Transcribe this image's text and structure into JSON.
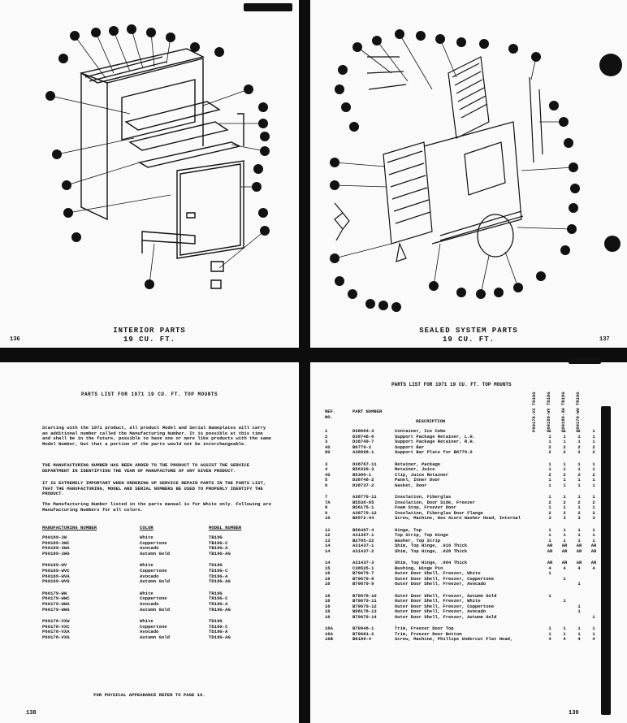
{
  "top_left": {
    "caption_line1": "INTERIOR PARTS",
    "caption_line2": "19 CU. FT.",
    "page_number": "136"
  },
  "top_right": {
    "caption_line1": "SEALED SYSTEM PARTS",
    "caption_line2": "19 CU. FT.",
    "page_number": "137"
  },
  "bottom_left": {
    "title": "PARTS LIST FOR 1971 19 CU. FT. TOP MOUNTS",
    "para1": "Starting with the 1971 product, all product Model and Serial Nameplates will carry an additional number called the Manufacturing Number. It is possible at this time and shall be in the future, possible to have one or more like products with the same Model Number, but that a portion of the parts would not be interchangeable.",
    "para2": "THE MANUFACTURING NUMBER HAS BEEN ADDED TO THE PRODUCT TO ASSIST THE SERVICE DEPARTMENT IN IDENTIFYING THE YEAR OF MANUFACTURE OF ANY GIVEN PRODUCT.",
    "para3": "IT IS EXTREMELY IMPORTANT WHEN ORDERING UP SERVICE REPAIR PARTS IN THE PARTS LIST, THAT THE MANUFACTURING, MODEL AND SERIAL NUMBERS BE USED TO PROPERLY IDENTIFY THE PRODUCT.",
    "para4": "The Manufacturing Number listed in the parts manual is for White only. Following are Manufacturing Numbers for all colors.",
    "headers": [
      "MANUFACTURING NUMBER",
      "COLOR",
      "MODEL NUMBER"
    ],
    "groups": [
      [
        [
          "P60189-3W",
          "White",
          "TB19G"
        ],
        [
          "P60189-3WC",
          "Coppertone",
          "TB19G-C"
        ],
        [
          "P60189-3WA",
          "Avocado",
          "TB19G-A"
        ],
        [
          "P60189-3WG",
          "Autumn Gold",
          "TB19G-AG"
        ]
      ],
      [
        [
          "P60169-WV",
          "White",
          "TD19G"
        ],
        [
          "P60169-WVC",
          "Coppertone",
          "TD19G-C"
        ],
        [
          "P60169-WVA",
          "Avocado",
          "TD19G-A"
        ],
        [
          "P60169-WVG",
          "Autumn Gold",
          "TD19G-AG"
        ]
      ],
      [
        [
          "P60179-WW",
          "White",
          "TR19G"
        ],
        [
          "P60179-WWC",
          "Coppertone",
          "TR19G-C"
        ],
        [
          "P60179-WWA",
          "Avocado",
          "TR19G-A"
        ],
        [
          "P60179-WWG",
          "Autumn Gold",
          "TR19G-AG"
        ]
      ],
      [
        [
          "P60178-VXW",
          "White",
          "TD19G"
        ],
        [
          "P60178-VXC",
          "Coppertone",
          "TD19G-C"
        ],
        [
          "P60178-VXA",
          "Avocado",
          "TD19G-A"
        ],
        [
          "P60178-VXG",
          "Autumn Gold",
          "TD19G-AG"
        ]
      ]
    ],
    "footer": "FOR PHYSICAL APPEARANCE REFER TO PAGE 10.",
    "page_number": "138"
  },
  "bottom_right": {
    "title": "PARTS LIST FOR 1971 19 CU. FT. TOP MOUNTS",
    "model_headers": [
      "P60178-VX TD19G",
      "P60169-WV TD19G",
      "P60189-3W TB19G",
      "P60179-WW TR19G"
    ],
    "col_ref": "REF. NO.",
    "col_part": "PART NUMBER",
    "col_desc": "DESCRIPTION",
    "page_number": "139",
    "groups": [
      [
        [
          "1",
          "D38684-3",
          "Container, Ice Cube",
          "1",
          "1",
          "1",
          "1"
        ],
        [
          "2",
          "D38748-8",
          "Support Package Retainer, L.H.",
          "1",
          "1",
          "1",
          "1"
        ],
        [
          "3",
          "D38749-7",
          "Support Package Retainer, R.H.",
          "1",
          "1",
          "1",
          "1"
        ],
        [
          "4S",
          "B6779-2",
          "Support Bar",
          "2",
          "2",
          "2",
          "2"
        ],
        [
          "8S",
          "A38698-1",
          "Support Bar Plate for B6779-2",
          "2",
          "2",
          "2",
          "2"
        ]
      ],
      [
        [
          "3",
          "D38767-11",
          "Retainer, Package",
          "1",
          "1",
          "1",
          "1"
        ],
        [
          "4",
          "B56320-3",
          "Retainer, Juice",
          "1",
          "1",
          "1",
          "1"
        ],
        [
          "4S",
          "B5300-1",
          "Clip, Juice Retainer",
          "2",
          "2",
          "2",
          "2"
        ],
        [
          "5",
          "D38748-2",
          "Panel, Inner Door",
          "1",
          "1",
          "1",
          "1"
        ],
        [
          "6",
          "D38737-2",
          "Gasket, Door",
          "1",
          "1",
          "1",
          "1"
        ]
      ],
      [
        [
          "7",
          "A38770-11",
          "Insulation, Fiberglas",
          "1",
          "1",
          "1",
          "1"
        ],
        [
          "7A",
          "B5538-65",
          "Insulation, Door Side, Freezer",
          "2",
          "2",
          "2",
          "2"
        ],
        [
          "8",
          "B56175-1",
          "Foam Stop, Freezer Door",
          "1",
          "1",
          "1",
          "1"
        ],
        [
          "9",
          "A38770-12",
          "Insulation, Fiberglas Door Flange",
          "2",
          "2",
          "2",
          "2"
        ],
        [
          "10",
          "B8572-44",
          "Screw, Machine, Hex Acorn Washer Head, Internal",
          "3",
          "3",
          "3",
          "3"
        ]
      ],
      [
        [
          "11",
          "B56487-4",
          "Hinge, Top",
          "1",
          "1",
          "1",
          "1"
        ],
        [
          "12",
          "A31367-1",
          "Top Strip, Top Hinge",
          "1",
          "1",
          "1",
          "1"
        ],
        [
          "13",
          "B2705-22",
          "Washer, Top Strip",
          "1",
          "1",
          "1",
          "1"
        ],
        [
          "14",
          "A31437-1",
          "Shim, Top Hinge, .016 Thick",
          "AR",
          "AR",
          "AR",
          "AR"
        ],
        [
          "14",
          "A31437-2",
          "Shim, Top Hinge, .028 Thick",
          "AR",
          "AR",
          "AR",
          "AR"
        ]
      ],
      [
        [
          "14",
          "A31437-3",
          "Shim, Top Hinge, .064 Thick",
          "AR",
          "AR",
          "AR",
          "AR"
        ],
        [
          "15",
          "C38525-1",
          "Bushing, Hinge Pin",
          "4",
          "4",
          "4",
          "4"
        ],
        [
          "16",
          "B70679-7",
          "Outer Door Shell, Freezer, White",
          "1",
          "",
          "",
          ""
        ],
        [
          "16",
          "B70679-8",
          "Outer Door Shell, Freezer, Coppertone",
          "",
          "1",
          "",
          ""
        ],
        [
          "16",
          "B70679-9",
          "Outer Door Shell, Freezer, Avocado",
          "",
          "",
          "1",
          ""
        ]
      ],
      [
        [
          "16",
          "B70678-10",
          "Outer Door Shell, Freezer, Autumn Gold",
          "1",
          "",
          "",
          ""
        ],
        [
          "16",
          "B70679-11",
          "Outer Door Shell, Freezer, White",
          "",
          "1",
          "",
          ""
        ],
        [
          "16",
          "B70679-12",
          "Outer Door Shell, Freezer, Coppertone",
          "",
          "",
          "1",
          ""
        ],
        [
          "16",
          "B98178-13",
          "Outer Door Shell, Freezer, Avocado",
          "",
          "",
          "1",
          ""
        ],
        [
          "16",
          "B70679-14",
          "Outer Door Shell, Freezer, Autumn Gold",
          "",
          "",
          "",
          "1"
        ]
      ],
      [
        [
          "16A",
          "B70948-1",
          "Trim, Freezer Door Top",
          "1",
          "1",
          "1",
          "1"
        ],
        [
          "16A",
          "B70681-2",
          "Trim, Freezer Door Bottom",
          "1",
          "1",
          "1",
          "1"
        ],
        [
          "16B",
          "B8189-4",
          "Screw, Machine, Phillips Undercut Flat Head,",
          "4",
          "4",
          "4",
          "4"
        ]
      ]
    ]
  }
}
